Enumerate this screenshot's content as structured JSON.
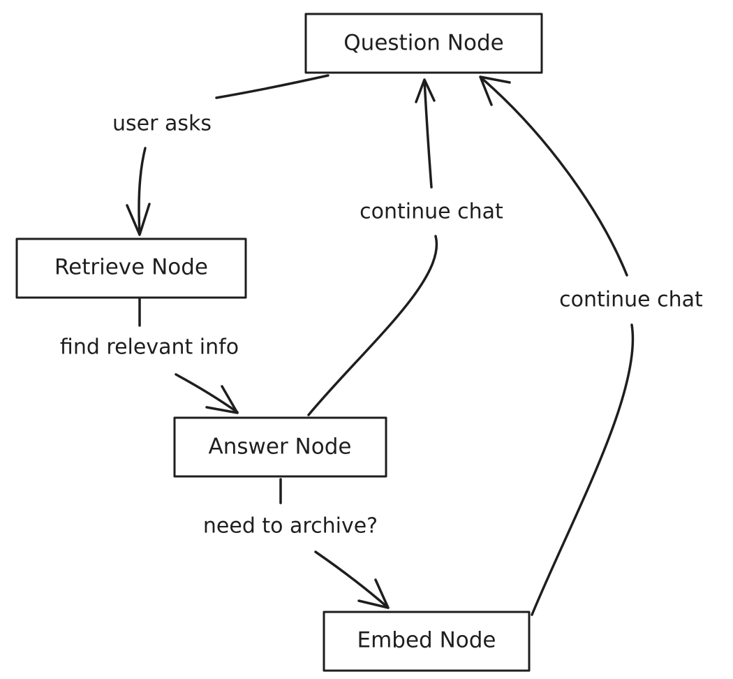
{
  "diagram": {
    "nodes": {
      "question": "Question Node",
      "retrieve": "Retrieve Node",
      "answer": "Answer Node",
      "embed": "Embed Node"
    },
    "edges": {
      "question_to_retrieve": "user asks",
      "retrieve_to_answer": "find relevant info",
      "answer_to_question": "continue chat",
      "answer_to_embed": "need to archive?",
      "embed_to_question": "continue chat"
    },
    "stroke_color": "#1e1e1e",
    "background_color": "#ffffff"
  }
}
